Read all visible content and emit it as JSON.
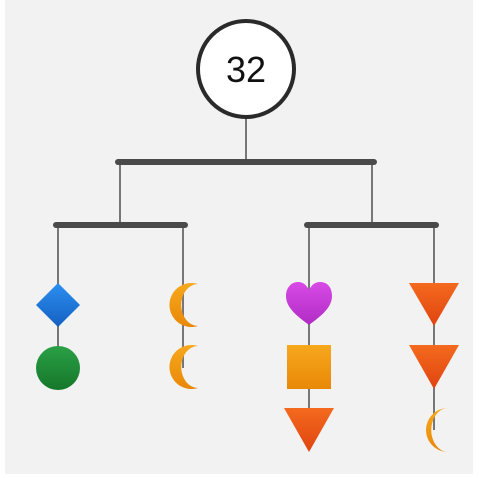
{
  "puzzle": {
    "total": "32"
  },
  "colors": {
    "background": "#f2f2f2",
    "bar": "#4a4a4a",
    "string": "#777777",
    "circle_outline": "#2a2a2a",
    "diamond": "#1a72d4",
    "green_circle": "#1e8e35",
    "orange": "#f09a10",
    "purple": "#c83ad6",
    "red_orange": "#f05a18"
  },
  "mobile": {
    "branches": [
      {
        "name": "left-left",
        "shapes": [
          "diamond-blue",
          "circle-green"
        ]
      },
      {
        "name": "left-right",
        "shapes": [
          "moon-orange",
          "moon-orange"
        ]
      },
      {
        "name": "right-left",
        "shapes": [
          "heart-purple",
          "square-orange",
          "triangle-red"
        ]
      },
      {
        "name": "right-right",
        "shapes": [
          "triangle-red",
          "triangle-red",
          "moon-orange"
        ]
      }
    ]
  }
}
